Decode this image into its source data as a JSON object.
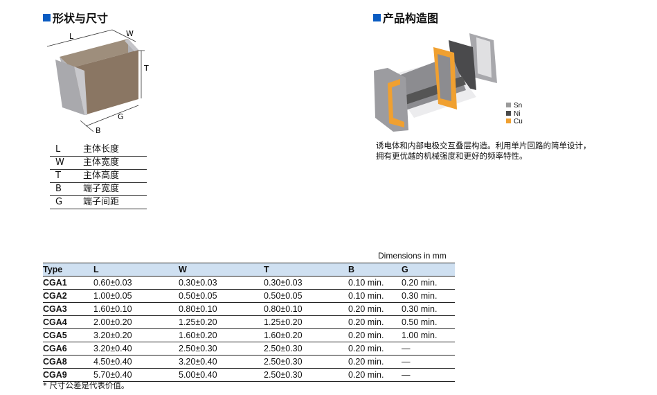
{
  "shape_section": {
    "title": "形状与尺寸",
    "drawing_labels": {
      "L": "L",
      "W": "W",
      "T": "T",
      "B": "B",
      "G": "G"
    },
    "legend": [
      {
        "key": "L",
        "desc": "主体长度"
      },
      {
        "key": "W",
        "desc": "主体宽度"
      },
      {
        "key": "T",
        "desc": "主体高度"
      },
      {
        "key": "B",
        "desc": "端子宽度"
      },
      {
        "key": "G",
        "desc": "端子间距"
      }
    ]
  },
  "structure_section": {
    "title": "产品构造图",
    "materials": [
      {
        "label": "Sn",
        "color": "#9a9a9a"
      },
      {
        "label": "Ni",
        "color": "#4a4a4a"
      },
      {
        "label": "Cu",
        "color": "#f0a030"
      }
    ],
    "description_lines": [
      "诱电体和内部电极交互叠层构造。利用单片回路的简单设计，",
      "拥有更优越的机械强度和更好的频率特性。"
    ]
  },
  "dimensions": {
    "unit_label": "Dimensions in mm",
    "headers": [
      "Type",
      "L",
      "W",
      "T",
      "B",
      "G"
    ],
    "rows": [
      [
        "CGA1",
        "0.60±0.03",
        "0.30±0.03",
        "0.30±0.03",
        "0.10 min.",
        "0.20 min."
      ],
      [
        "CGA2",
        "1.00±0.05",
        "0.50±0.05",
        "0.50±0.05",
        "0.10 min.",
        "0.30 min."
      ],
      [
        "CGA3",
        "1.60±0.10",
        "0.80±0.10",
        "0.80±0.10",
        "0.20 min.",
        "0.30 min."
      ],
      [
        "CGA4",
        "2.00±0.20",
        "1.25±0.20",
        "1.25±0.20",
        "0.20 min.",
        "0.50 min."
      ],
      [
        "CGA5",
        "3.20±0.20",
        "1.60±0.20",
        "1.60±0.20",
        "0.20 min.",
        "1.00 min."
      ],
      [
        "CGA6",
        "3.20±0.40",
        "2.50±0.30",
        "2.50±0.30",
        "0.20 min.",
        "—"
      ],
      [
        "CGA8",
        "4.50±0.40",
        "3.20±0.40",
        "2.50±0.30",
        "0.20 min.",
        "—"
      ],
      [
        "CGA9",
        "5.70±0.40",
        "5.00±0.40",
        "2.50±0.30",
        "0.20 min.",
        "—"
      ]
    ],
    "note": "* 尺寸公差是代表价值。"
  }
}
